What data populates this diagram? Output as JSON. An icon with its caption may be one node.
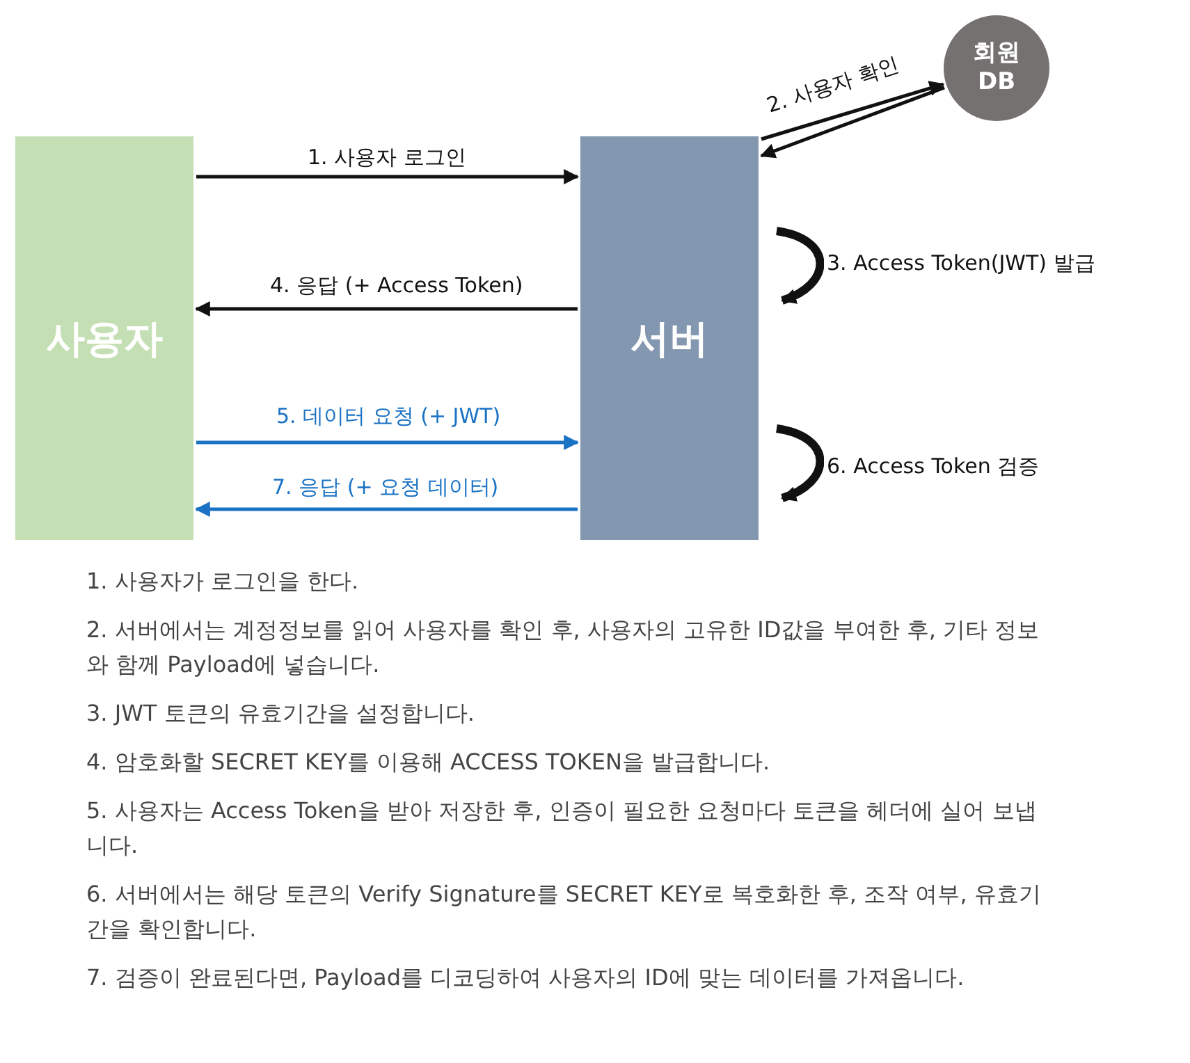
{
  "diagram": {
    "nodes": [
      {
        "text": [
          "사용자"
        ]
      },
      {
        "text": [
          "서버"
        ]
      },
      {
        "text": [
          "회원 DB"
        ]
      }
    ],
    "edges": [
      {
        "from": 0,
        "to": 1,
        "arrow": "to",
        "label": "1. 사용자 로그인"
      },
      {
        "from": 1,
        "to": 2,
        "arrow": "to",
        "label": "2. 사용자 확인"
      },
      {
        "from": 2,
        "to": 1,
        "arrow": "to"
      },
      {
        "from": 1,
        "to": 1,
        "arrow": "to",
        "label": "3. Access Token(JWT) 발급",
        "style": "thick"
      },
      {
        "from": 1,
        "to": 0,
        "arrow": "to",
        "label": "4. 응답 (+ Access Token)"
      },
      {
        "from": 0,
        "to": 1,
        "arrow": "to",
        "label": "5. 데이터 요청 (+ JWT)",
        "color": "#1a72c4"
      },
      {
        "from": 1,
        "to": 1,
        "arrow": "to",
        "label": "6. Access Token 검증",
        "style": "thick"
      },
      {
        "from": 1,
        "to": 0,
        "arrow": "to",
        "label": "7. 응답 (+ 요청 데이터)",
        "color": "#1a72c4"
      }
    ],
    "labels": [
      "1. 사용자가 로그인을 한다.",
      "2. 서버에서는 계정정보를 읽어 사용자를 확인 후, 사용자의 고유한 ID값을 부여한 후, 기타 정보와 함께 Payload에 넣습니다.",
      "3. JWT 토큰의 유효기간을 설정합니다.",
      "4. 암호화할 SECRET KEY를 이용해 ACCESS TOKEN을 발급합니다.",
      "5. 사용자는 Access Token을 받아 저장한 후, 인증이 필요한 요청마다 토큰을 헤더에 실어 보냅니다.",
      "6. 서버에서는 해당 토큰의 Verify Signature를 SECRET KEY로 복호화한 후, 조작 여부, 유효기간을 확인합니다.",
      "7. 검증이 완료된다면, Payload를 디코딩하여 사용자의 ID에 맞는 데이터를 가져옵니다."
    ]
  }
}
